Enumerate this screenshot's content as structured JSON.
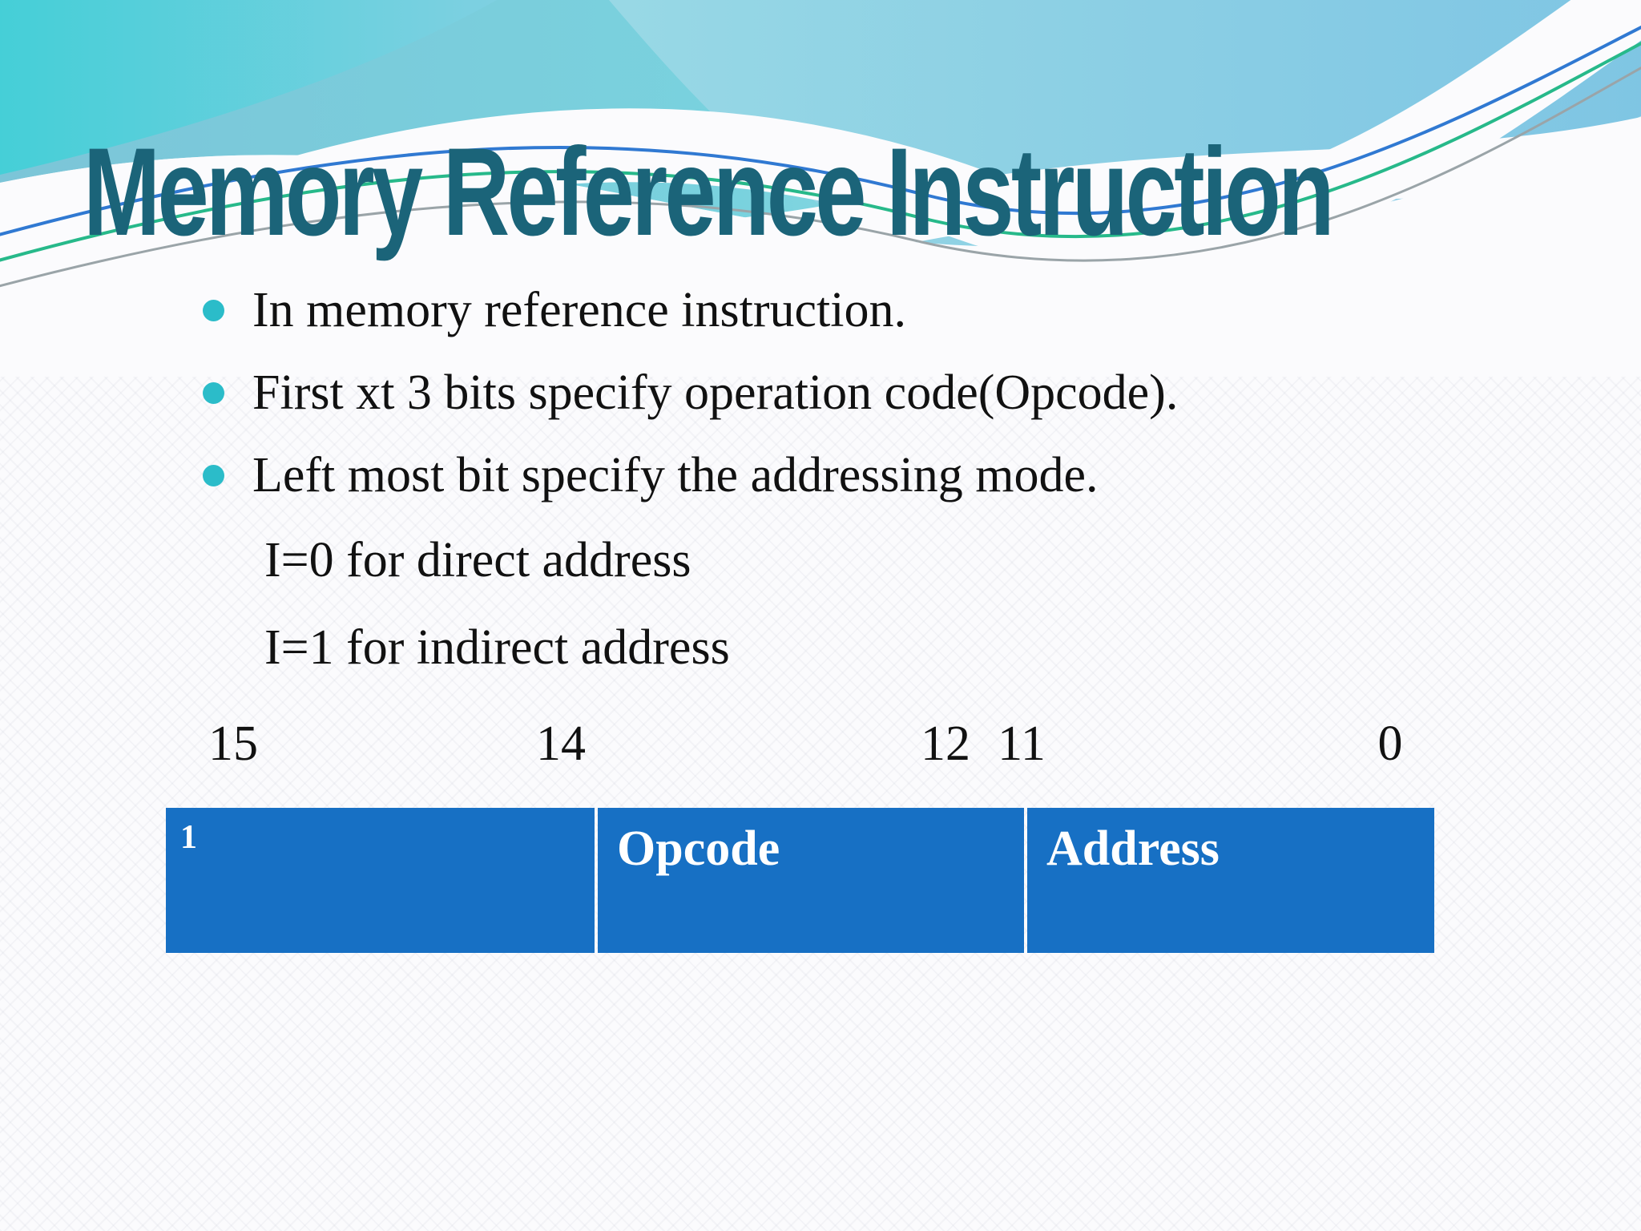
{
  "slide": {
    "title": "Memory Reference Instruction",
    "bullets": [
      "In memory reference instruction.",
      "First xt 3 bits specify operation code(Opcode).",
      "Left most bit specify the addressing mode."
    ],
    "sub_lines": [
      "I=0 for direct address",
      "I=1 for indirect address"
    ],
    "bit_labels": [
      "15",
      "14",
      "12",
      "11",
      "0"
    ],
    "instruction_format": {
      "cells": [
        "1",
        "Opcode",
        "Address"
      ]
    },
    "colors": {
      "title_text": "#1B6479",
      "bullet_marker": "#2BBCC9",
      "table_fill": "#1770C4",
      "table_text": "#FFFFFF",
      "body_text": "#111111",
      "wave_turquoise": "#3FD0D7",
      "wave_light_blue": "#C2EAF1"
    }
  }
}
